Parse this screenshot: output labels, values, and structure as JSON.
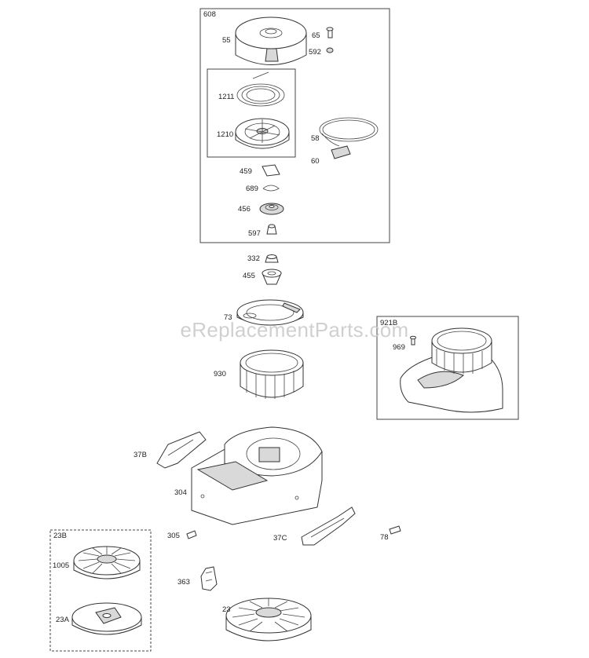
{
  "watermark": "eReplacementParts.com",
  "labels": {
    "l608": "608",
    "l55": "55",
    "l65": "65",
    "l592": "592",
    "l1211": "1211",
    "l1210": "1210",
    "l58": "58",
    "l60": "60",
    "l459": "459",
    "l689": "689",
    "l456": "456",
    "l597": "597",
    "l332": "332",
    "l455": "455",
    "l73": "73",
    "l930": "930",
    "l921b": "921B",
    "l969": "969",
    "l37b": "37B",
    "l304": "304",
    "l23b": "23B",
    "l1005": "1005",
    "l23a": "23A",
    "l305": "305",
    "l37c": "37C",
    "l78": "78",
    "l363": "363",
    "l23": "23"
  }
}
